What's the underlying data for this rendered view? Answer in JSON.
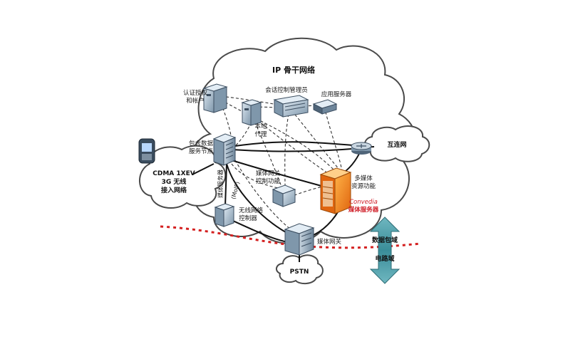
{
  "backbone_title": "IP 骨干网络",
  "labels": {
    "auth_line1": "认证授权",
    "auth_line2": "和帐户",
    "session_mgr": "会话控制管理员",
    "app_server": "应用服务器",
    "local_proxy_line1": "本地",
    "local_proxy_line2": "代理",
    "pdsn_line1": "包含数据",
    "pdsn_line2": "服务节点",
    "internet": "互连网",
    "mgc_line1": "媒体网关",
    "mgc_line2": "控制功能",
    "mrf_line1": "多媒体",
    "mrf_line2": "资源功能",
    "convedia_brand": "Convedia",
    "convedia_name": "媒体服务器",
    "ran_line1": "CDMA 1XEV",
    "ran_line2": "3G 无线",
    "ran_line3": "接入网络",
    "vertical_label": "媒体服务器",
    "moip": "(MoIP)",
    "rnc_line1": "无线网络",
    "rnc_line2": "控制器",
    "media_gateway": "媒体网关",
    "pstn": "PSTN",
    "data_domain": "数据包域",
    "circuit_domain": "电路域"
  },
  "colors": {
    "cloud_fill": "#ffffff",
    "cloud_stroke": "#4a4a4a",
    "equipment": "#9fb3c4",
    "equipment_dark": "#4f6478",
    "orange_accent": "#f08a1c",
    "red_dotted": "#d42020",
    "arrow_teal": "#3f8f9a",
    "brand_red": "#d0202a"
  }
}
